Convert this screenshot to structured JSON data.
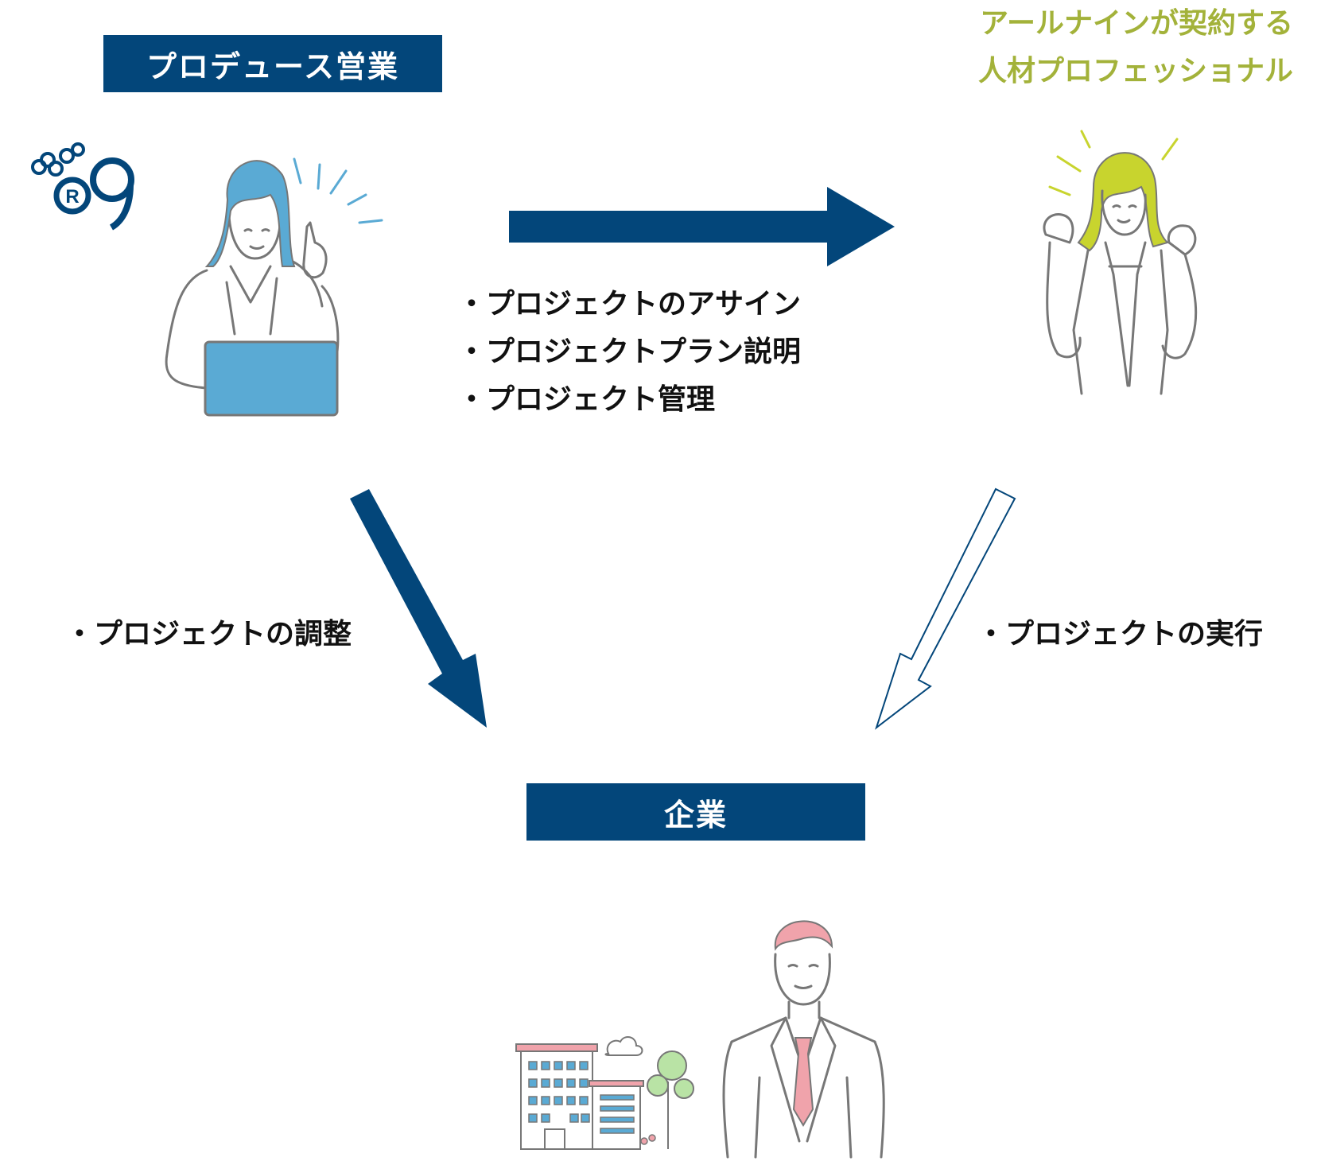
{
  "colors": {
    "navy": "#03467a",
    "green": "#a3b23a",
    "blue": "#5aaad4",
    "pink": "#f0a3ab",
    "line": "#777777"
  },
  "produce_sales": {
    "title": "プロデュース営業"
  },
  "professional": {
    "title_line1": "アールナインが契約する",
    "title_line2": "人材プロフェッショナル"
  },
  "top_arrow_items": [
    "・プロジェクトのアサイン",
    "・プロジェクトプラン説明",
    "・プロジェクト管理"
  ],
  "left_arrow_item": "・プロジェクトの調整",
  "right_arrow_item": "・プロジェクトの実行",
  "company": {
    "title": "企業"
  },
  "logo": {
    "mark_letter": "R"
  }
}
